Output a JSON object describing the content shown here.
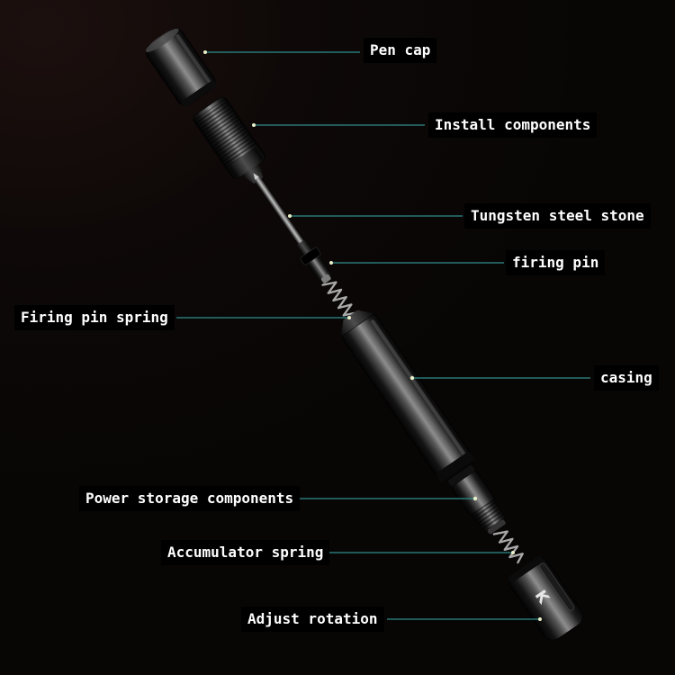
{
  "scene": {
    "background_color": "#0b0707",
    "label_text_color": "#ffffff",
    "label_background": "#000000",
    "leader_line_color": "#2f8e8b",
    "endpoint_dot_color": "#e9efc9",
    "metal_highlight": "#8a8a8a",
    "metal_shadow": "#050505"
  },
  "labels": {
    "pen_cap": "Pen cap",
    "install_components": "Install components",
    "tungsten_steel_stone": "Tungsten steel stone",
    "firing_pin": "firing pin",
    "firing_pin_spring": "Firing pin spring",
    "casing": "casing",
    "power_storage_components": "Power storage components",
    "accumulator_spring": "Accumulator spring",
    "adjust_rotation": "Adjust rotation"
  },
  "parts": [
    "Pen cap",
    "Install components",
    "Tungsten steel stone",
    "firing pin",
    "Firing pin spring",
    "casing",
    "Power storage components",
    "Accumulator spring",
    "Adjust rotation"
  ],
  "logo_glyph": "K"
}
